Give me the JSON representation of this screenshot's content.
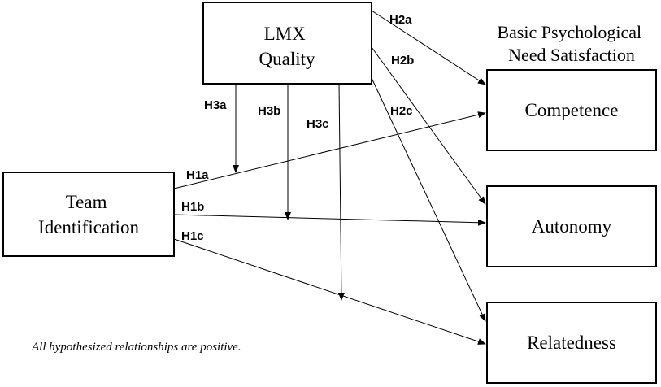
{
  "nodes": {
    "lmx": [
      "LMX",
      "Quality"
    ],
    "team": [
      "Team",
      "Identification"
    ],
    "competence": [
      "Competence"
    ],
    "autonomy": [
      "Autonomy"
    ],
    "relatedness": [
      "Relatedness"
    ]
  },
  "group_label": [
    "Basic Psychological",
    "Need Satisfaction"
  ],
  "hypotheses": {
    "h1a": "H1a",
    "h1b": "H1b",
    "h1c": "H1c",
    "h2a": "H2a",
    "h2b": "H2b",
    "h2c": "H2c",
    "h3a": "H3a",
    "h3b": "H3b",
    "h3c": "H3c"
  },
  "note": "All hypothesized relationships are positive."
}
